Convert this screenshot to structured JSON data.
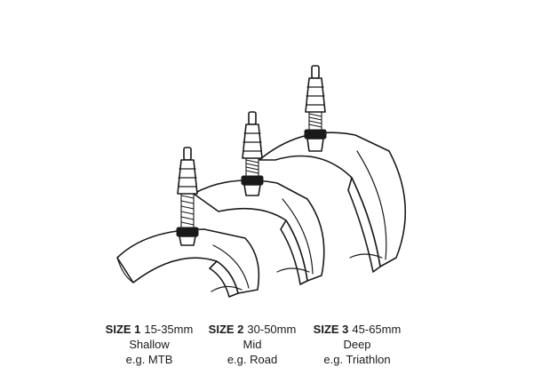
{
  "sizes": [
    {
      "size_label": "SIZE 1",
      "range": "15-35mm",
      "depth": "Shallow",
      "example": "e.g. MTB"
    },
    {
      "size_label": "SIZE 2",
      "range": "30-50mm",
      "depth": "Mid",
      "example": "e.g. Road"
    },
    {
      "size_label": "SIZE 3",
      "range": "45-65mm",
      "depth": "Deep",
      "example": "e.g. Triathlon"
    }
  ],
  "colors": {
    "ink": "#1a1a1a",
    "background": "#ffffff"
  },
  "icons": [
    "valve-icon",
    "rim-section-icon"
  ]
}
